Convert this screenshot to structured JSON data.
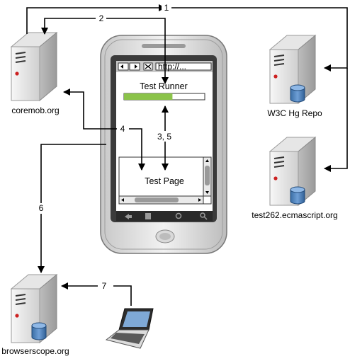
{
  "servers": {
    "coremob": {
      "label": "coremob.org"
    },
    "w3c": {
      "label": "W3C Hg Repo"
    },
    "test262": {
      "label": "test262.ecmascript.org"
    },
    "browserscope": {
      "label": "browserscope.org"
    }
  },
  "phone": {
    "url_text": "http://...",
    "test_runner_label": "Test Runner",
    "test_page_label": "Test Page",
    "progress": 0.6
  },
  "steps": {
    "s1": "1",
    "s2": "2",
    "s35": "3, 5",
    "s4": "4",
    "s6": "6",
    "s7": "7"
  },
  "icons": {
    "server": "server-icon",
    "database": "database-icon",
    "laptop": "laptop-icon",
    "phone": "smartphone-icon"
  }
}
